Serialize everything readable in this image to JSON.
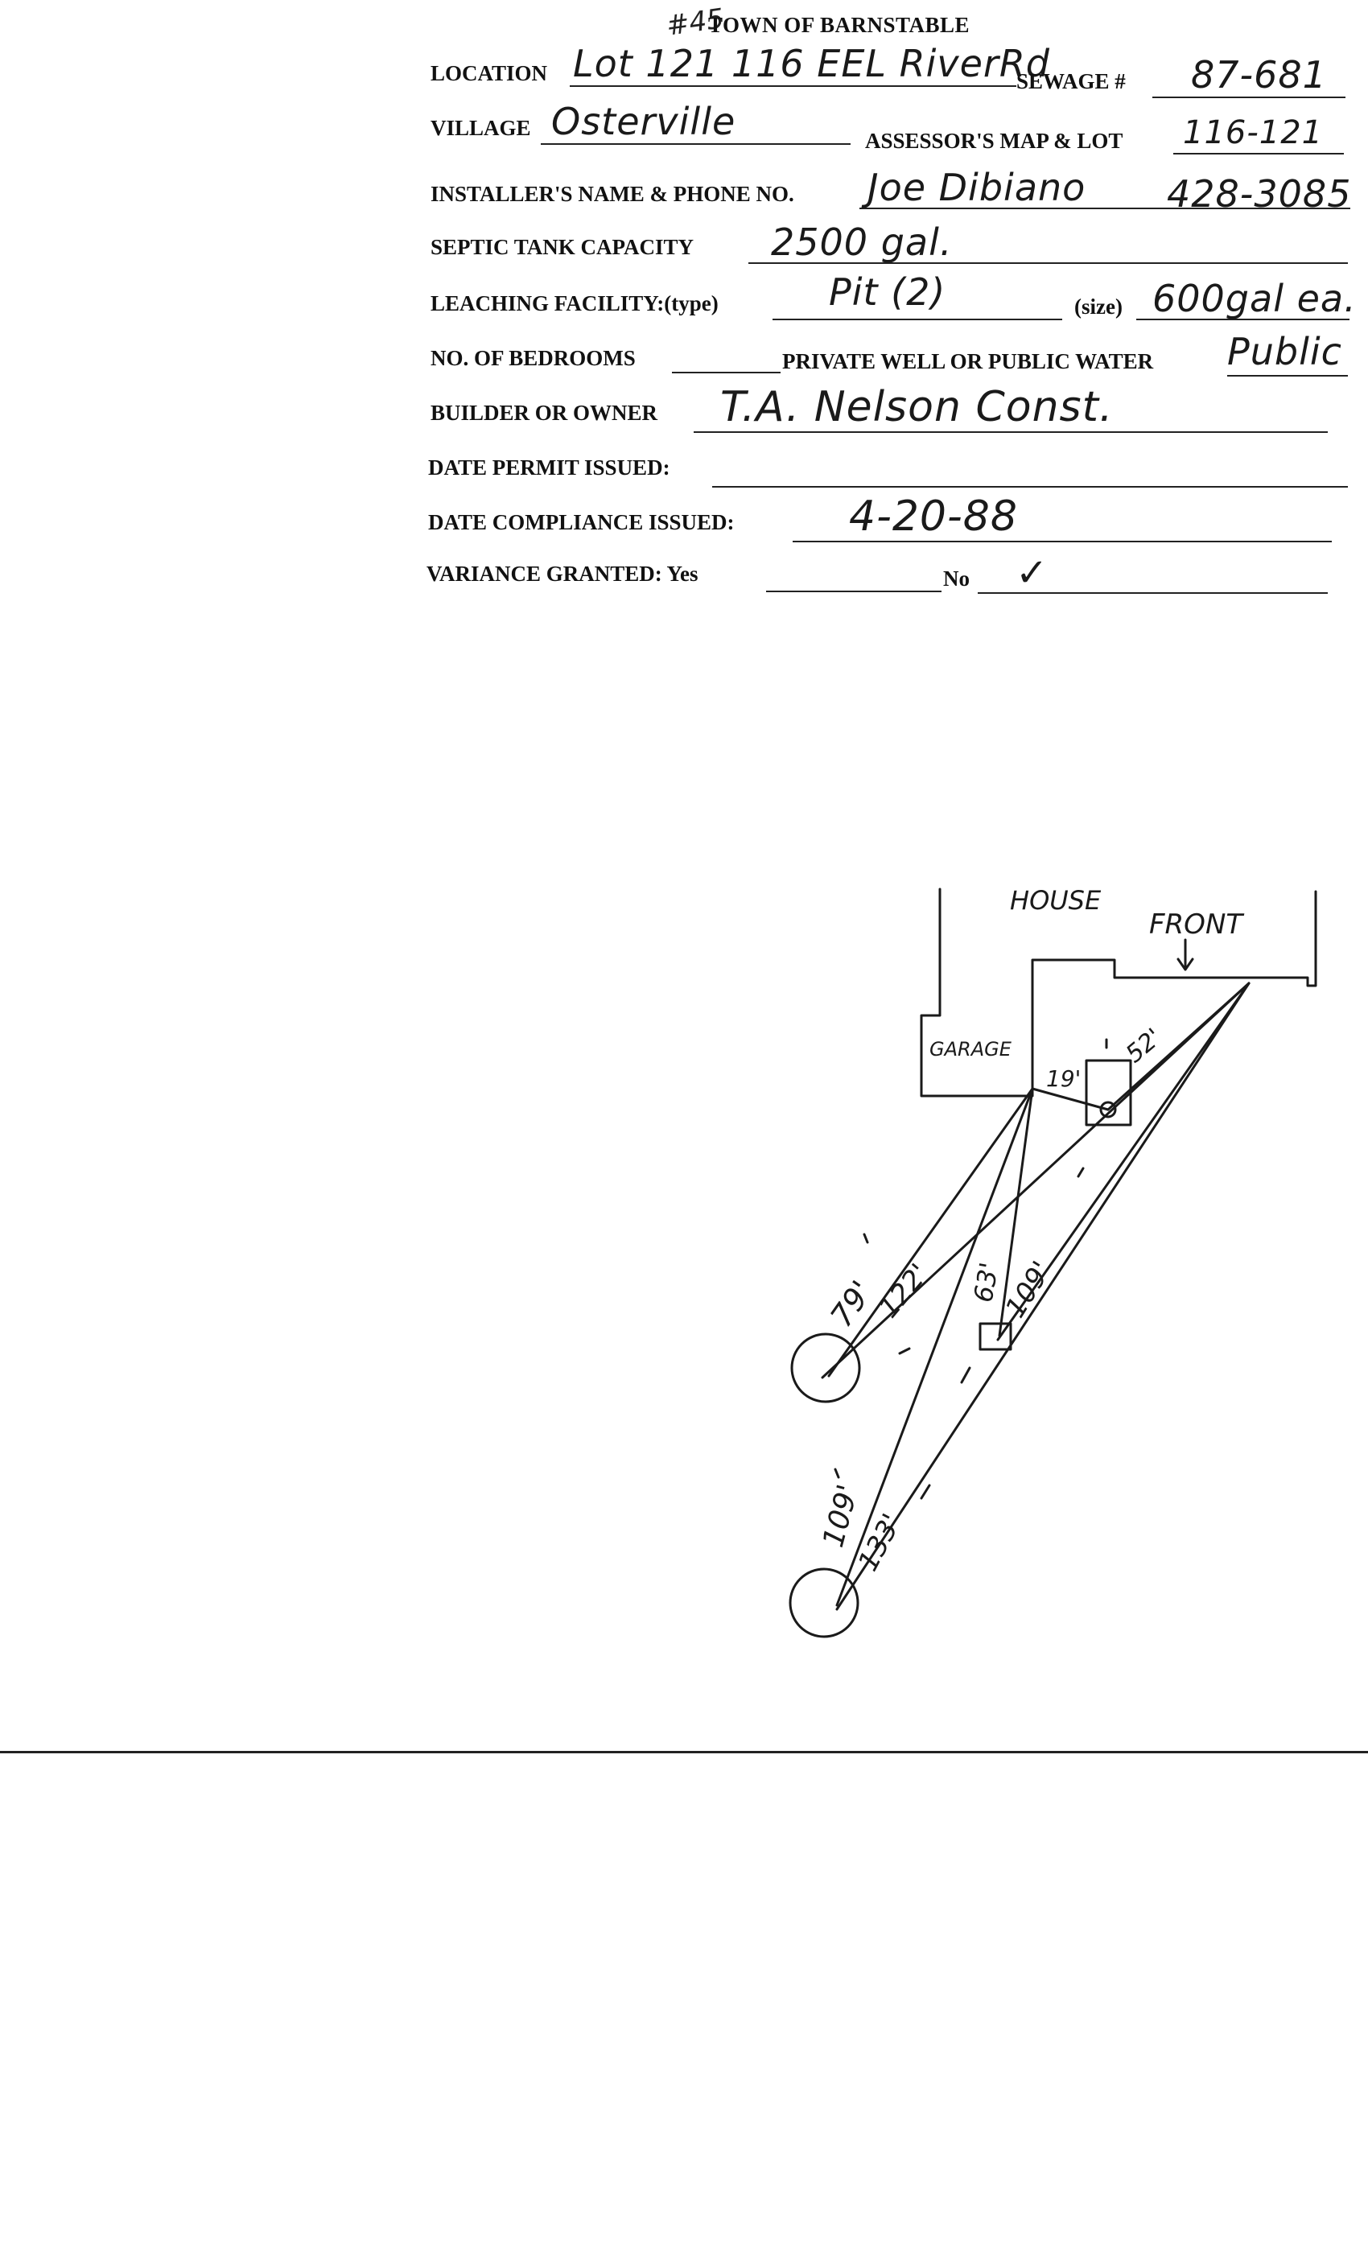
{
  "header": {
    "title": "TOWN OF BARNSTABLE",
    "handwritten_number": "#45"
  },
  "form": {
    "location": {
      "label": "LOCATION",
      "value": "Lot 121  116 EEL RiverRd"
    },
    "sewage": {
      "label": "SEWAGE #",
      "value": "87-681"
    },
    "village": {
      "label": "VILLAGE",
      "value": "Osterville"
    },
    "assessor": {
      "label": "ASSESSOR'S MAP & LOT",
      "value": "116-121"
    },
    "installer": {
      "label": "INSTALLER'S NAME & PHONE NO.",
      "name": "Joe Dibiano",
      "phone": "428-3085"
    },
    "septic": {
      "label": "SEPTIC TANK CAPACITY",
      "value": "2500 gal."
    },
    "leaching": {
      "label": "LEACHING FACILITY:(type)",
      "value": "Pit (2)",
      "size_label": "(size)",
      "size_value": "600gal ea."
    },
    "bedrooms": {
      "label": "NO. OF BEDROOMS",
      "value": ""
    },
    "water": {
      "label": "PRIVATE WELL OR PUBLIC WATER",
      "value": "Public"
    },
    "builder": {
      "label": "BUILDER OR OWNER",
      "value": "T.A. Nelson Const."
    },
    "permit": {
      "label": "DATE PERMIT ISSUED:",
      "value": ""
    },
    "compliance": {
      "label": "DATE  COMPLIANCE ISSUED:",
      "value": "4-20-88"
    },
    "variance": {
      "label": "VARIANCE GRANTED:  Yes",
      "no_label": "No",
      "no_value": "✓"
    }
  },
  "sketch": {
    "house_label": "HOUSE",
    "front_label": "FRONT",
    "garage_label": "GARAGE",
    "dims": [
      "19'",
      "52'",
      "79'",
      "122'",
      "63'",
      "109'",
      "109'",
      "133'"
    ]
  }
}
